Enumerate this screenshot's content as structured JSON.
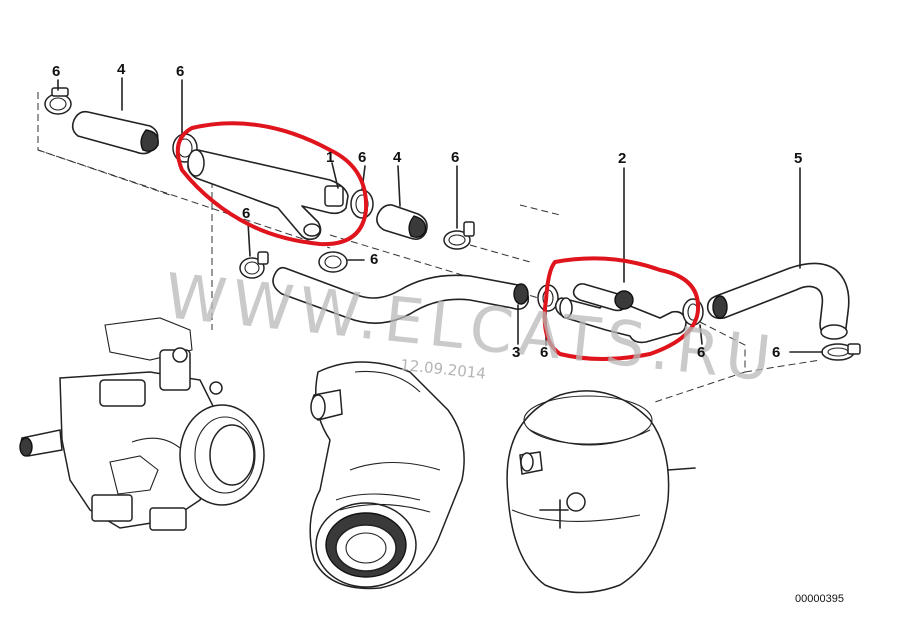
{
  "diagram": {
    "part_labels": [
      {
        "id": "clamp-a",
        "text": "6"
      },
      {
        "id": "hose-a",
        "text": "4"
      },
      {
        "id": "clamp-b",
        "text": "6"
      },
      {
        "id": "pipe-1",
        "text": "1"
      },
      {
        "id": "clamp-c",
        "text": "6"
      },
      {
        "id": "hose-b",
        "text": "4"
      },
      {
        "id": "clamp-d",
        "text": "6"
      },
      {
        "id": "clamp-e",
        "text": "6"
      },
      {
        "id": "clamp-f",
        "text": "6"
      },
      {
        "id": "pipe-2",
        "text": "2"
      },
      {
        "id": "hose-5",
        "text": "5"
      },
      {
        "id": "hose-3",
        "text": "3"
      },
      {
        "id": "clamp-g",
        "text": "6"
      },
      {
        "id": "clamp-h",
        "text": "6"
      },
      {
        "id": "clamp-i",
        "text": "6"
      }
    ],
    "reference_code": "00000395",
    "watermark": "WWW.ELCATS.RU",
    "watermark_date": "12.09.2014",
    "highlight_color": "#e0141c"
  }
}
